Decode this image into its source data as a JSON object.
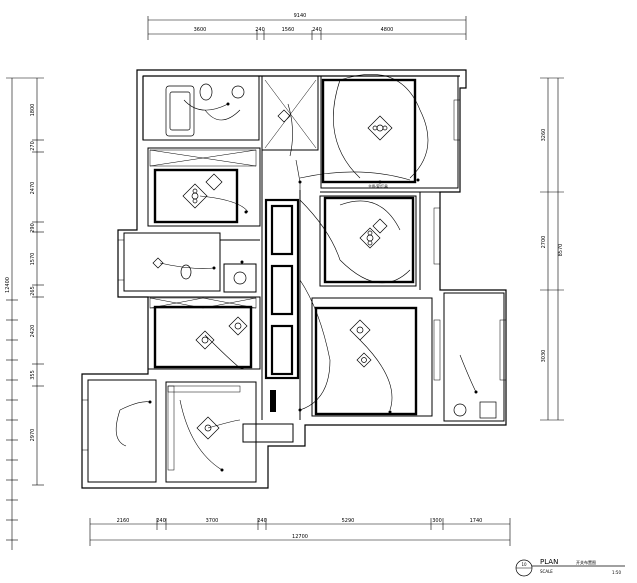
{
  "dimensions": {
    "top_total": "9140",
    "top_segments": [
      "3600",
      "240",
      "1560",
      "240",
      "4800"
    ],
    "bottom_total": "12700",
    "bottom_segments": [
      "2160",
      "240",
      "3700",
      "240",
      "5290",
      "300",
      "1740"
    ],
    "left_total": "12400",
    "left_segments": [
      "1800",
      "270",
      "2470",
      "290",
      "1570",
      "265",
      "2420",
      "355",
      "2970"
    ],
    "right_total": "8570",
    "right_segments": [
      "3260",
      "2700",
      "3030"
    ]
  },
  "title_block": {
    "number": "10",
    "plan_label": "PLAN",
    "scale_label": "SCALE",
    "drawing_title": "开关布置图",
    "scale_value": "1:50"
  },
  "annotations": {
    "bedroom_label": "主卧室灯具"
  }
}
